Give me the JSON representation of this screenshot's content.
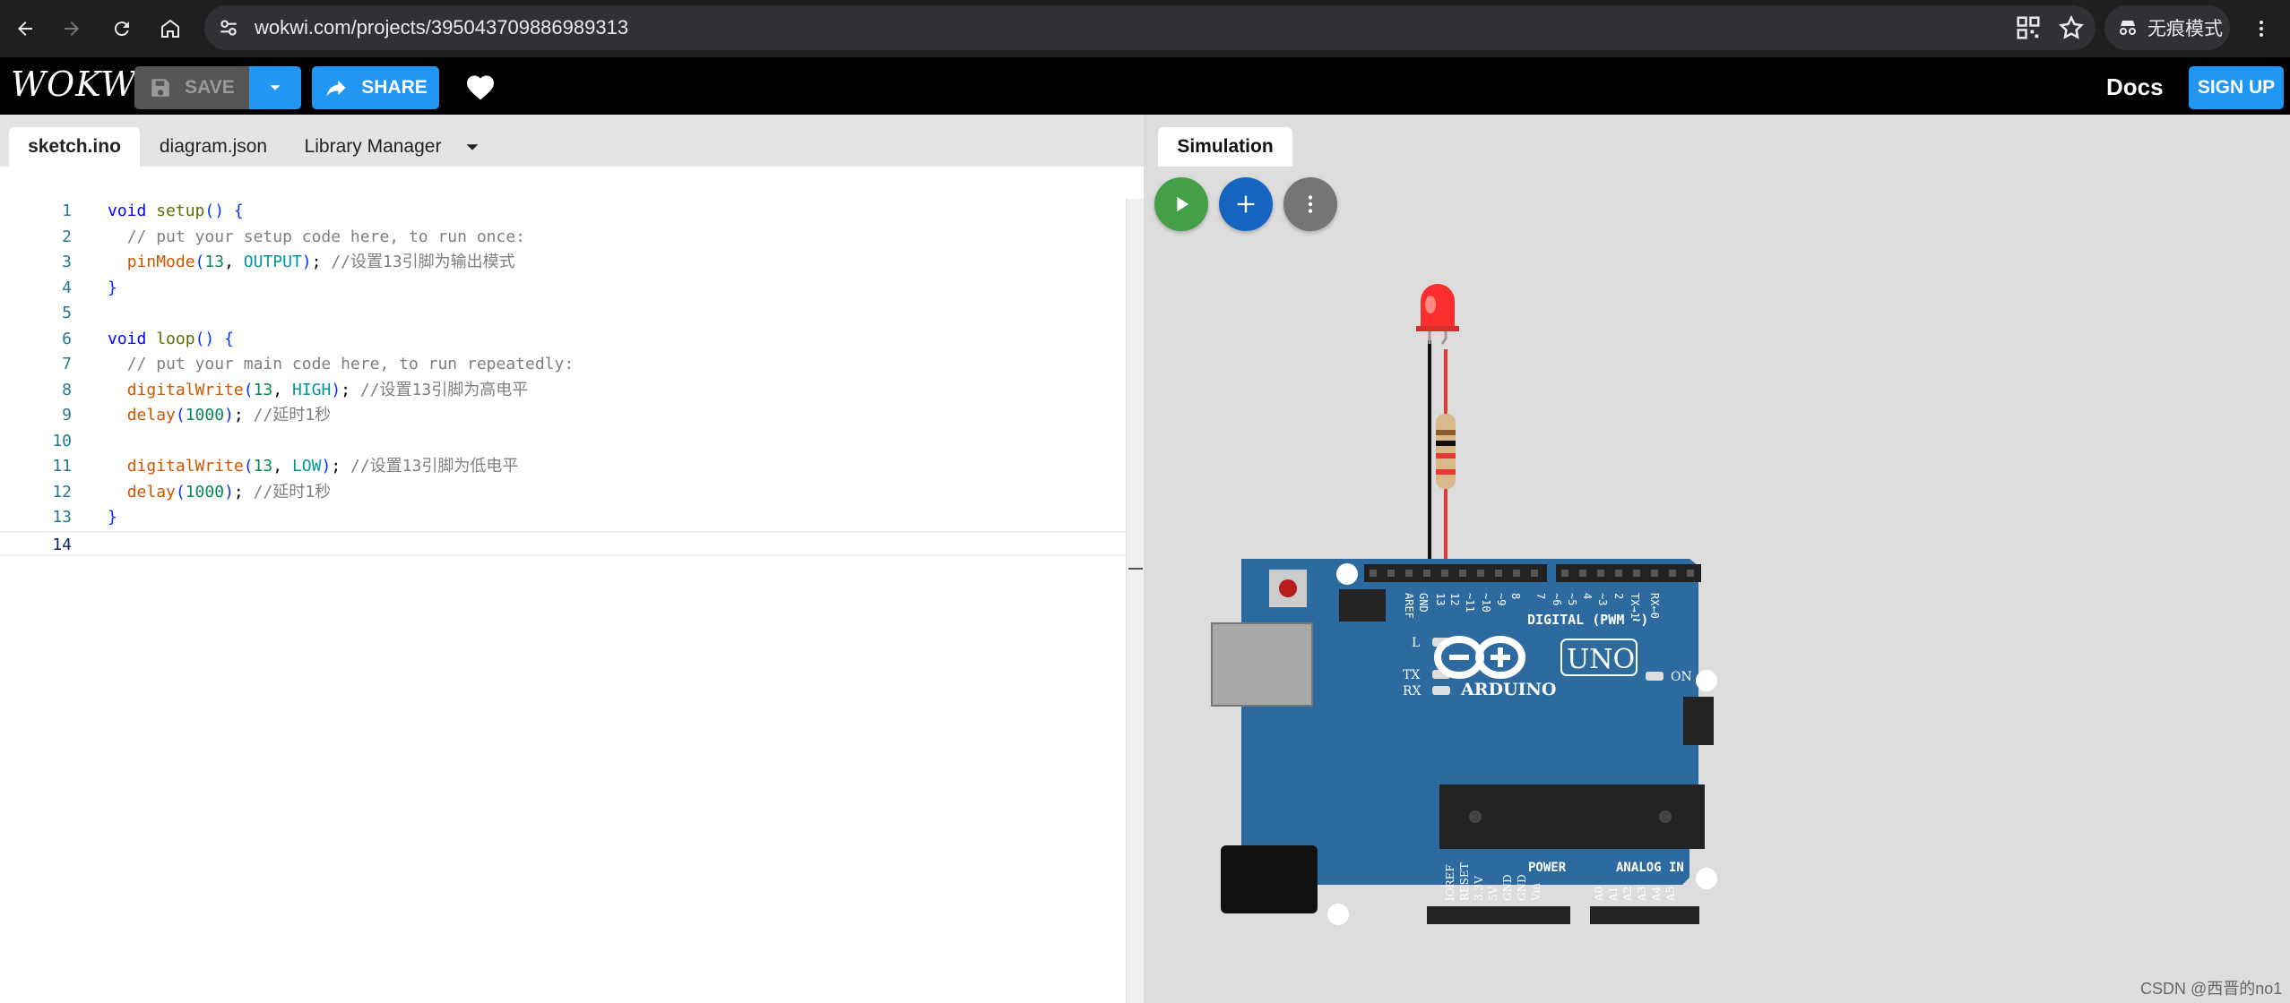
{
  "browser": {
    "url": "wokwi.com/projects/395043709886989313",
    "incognito_label": "无痕模式"
  },
  "header": {
    "logo": "WOKWi",
    "save_label": "SAVE",
    "share_label": "SHARE",
    "docs_label": "Docs",
    "signup_label": "SIGN UP"
  },
  "editor": {
    "tabs": [
      {
        "label": "sketch.ino",
        "active": true
      },
      {
        "label": "diagram.json",
        "active": false
      },
      {
        "label": "Library Manager",
        "active": false
      }
    ],
    "current_line": 14,
    "lines": [
      {
        "n": "1",
        "text": "void setup() {"
      },
      {
        "n": "2",
        "text": "  // put your setup code here, to run once:"
      },
      {
        "n": "3",
        "text": "  pinMode(13, OUTPUT); //设置13引脚为输出模式"
      },
      {
        "n": "4",
        "text": "}"
      },
      {
        "n": "5",
        "text": ""
      },
      {
        "n": "6",
        "text": "void loop() {"
      },
      {
        "n": "7",
        "text": "  // put your main code here, to run repeatedly:"
      },
      {
        "n": "8",
        "text": "  digitalWrite(13, HIGH); //设置13引脚为高电平"
      },
      {
        "n": "9",
        "text": "  delay(1000); //延时1秒"
      },
      {
        "n": "10",
        "text": ""
      },
      {
        "n": "11",
        "text": "  digitalWrite(13, LOW); //设置13引脚为低电平"
      },
      {
        "n": "12",
        "text": "  delay(1000); //延时1秒"
      },
      {
        "n": "13",
        "text": "}"
      },
      {
        "n": "14",
        "text": ""
      }
    ]
  },
  "simulation": {
    "tab_label": "Simulation",
    "board": {
      "brand": "ARDUINO",
      "model": "UNO",
      "digital_label": "DIGITAL (PWM ~)",
      "power_label": "POWER",
      "analog_label": "ANALOG IN",
      "top_pin_labels": [
        "AREF",
        "GND",
        "13",
        "12",
        "~11",
        "~10",
        "~9",
        "8",
        "7",
        "~6",
        "~5",
        "4",
        "~3",
        "2",
        "TX→1",
        "RX←0"
      ],
      "bottom_pin_labels": [
        "IOREF",
        "RESET",
        "3.3V",
        "5V",
        "GND",
        "GND",
        "Vin",
        "A0",
        "A1",
        "A2",
        "A3",
        "A4",
        "A5"
      ],
      "led_labels": [
        "L",
        "TX",
        "RX",
        "ON"
      ]
    }
  },
  "watermark": "CSDN @西晋的no1",
  "colors": {
    "accent": "#2196f3",
    "play": "#43a047",
    "add": "#1565c0",
    "more": "#757575",
    "board": "#2d6a9f"
  }
}
